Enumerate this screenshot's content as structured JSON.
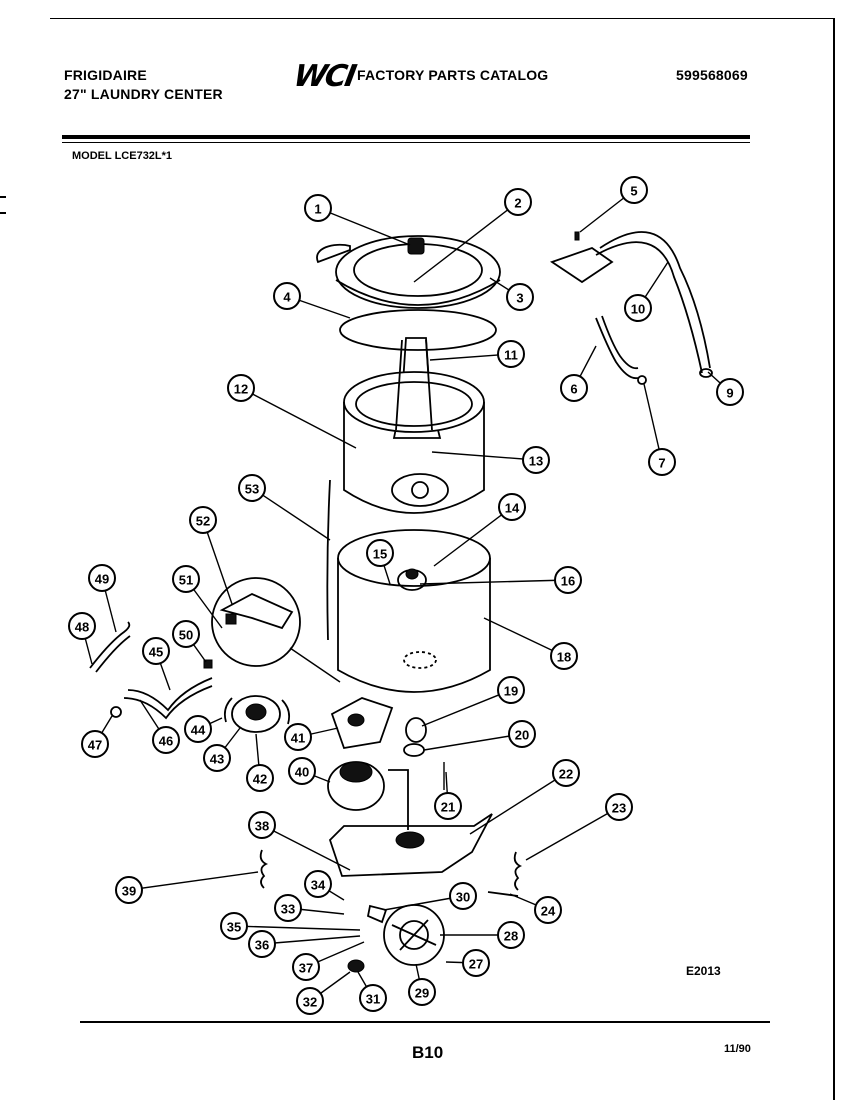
{
  "header": {
    "brand": "FRIGIDAIRE",
    "product": "27\" LAUNDRY CENTER",
    "logo": "WCI",
    "catalog_title": "FACTORY PARTS CATALOG",
    "catalog_id": "599568069"
  },
  "model": "MODEL LCE732L*1",
  "diagram": {
    "code": "E2013",
    "callouts": [
      "1",
      "2",
      "3",
      "4",
      "5",
      "6",
      "7",
      "9",
      "10",
      "11",
      "12",
      "13",
      "14",
      "15",
      "16",
      "18",
      "19",
      "20",
      "21",
      "22",
      "23",
      "24",
      "27",
      "28",
      "29",
      "30",
      "31",
      "32",
      "33",
      "34",
      "35",
      "36",
      "37",
      "38",
      "39",
      "40",
      "41",
      "42",
      "43",
      "44",
      "45",
      "46",
      "47",
      "48",
      "49",
      "50",
      "51",
      "52",
      "53"
    ]
  },
  "footer": {
    "page": "B10",
    "date": "11/90"
  }
}
